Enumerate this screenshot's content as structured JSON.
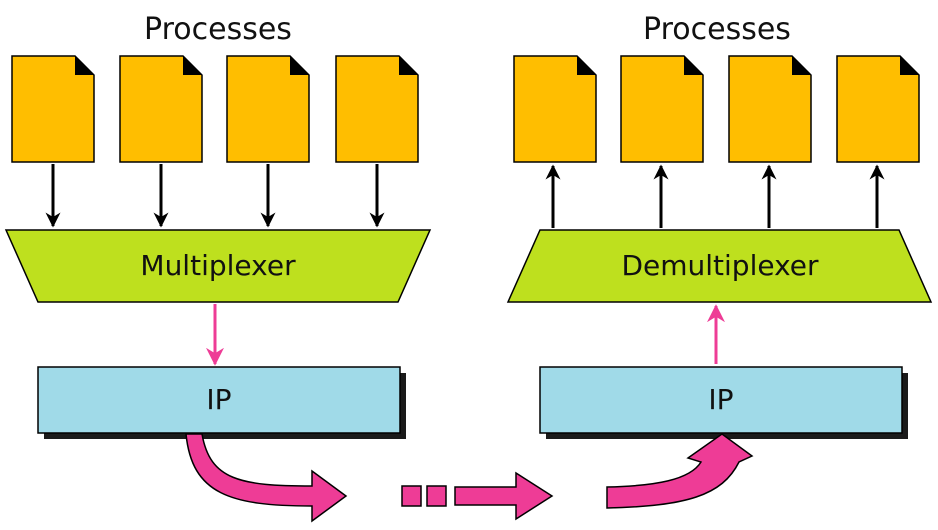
{
  "left": {
    "title": "Processes",
    "box_label": "Multiplexer",
    "ip_label": "IP"
  },
  "right": {
    "title": "Processes",
    "box_label": "Demultiplexer",
    "ip_label": "IP"
  },
  "colors": {
    "process_fill": "#FFBE00",
    "mux_fill": "#BEE01E",
    "ip_fill": "#A0DAE8",
    "flow_arrow": "#EE3C96",
    "outline": "#000000"
  }
}
